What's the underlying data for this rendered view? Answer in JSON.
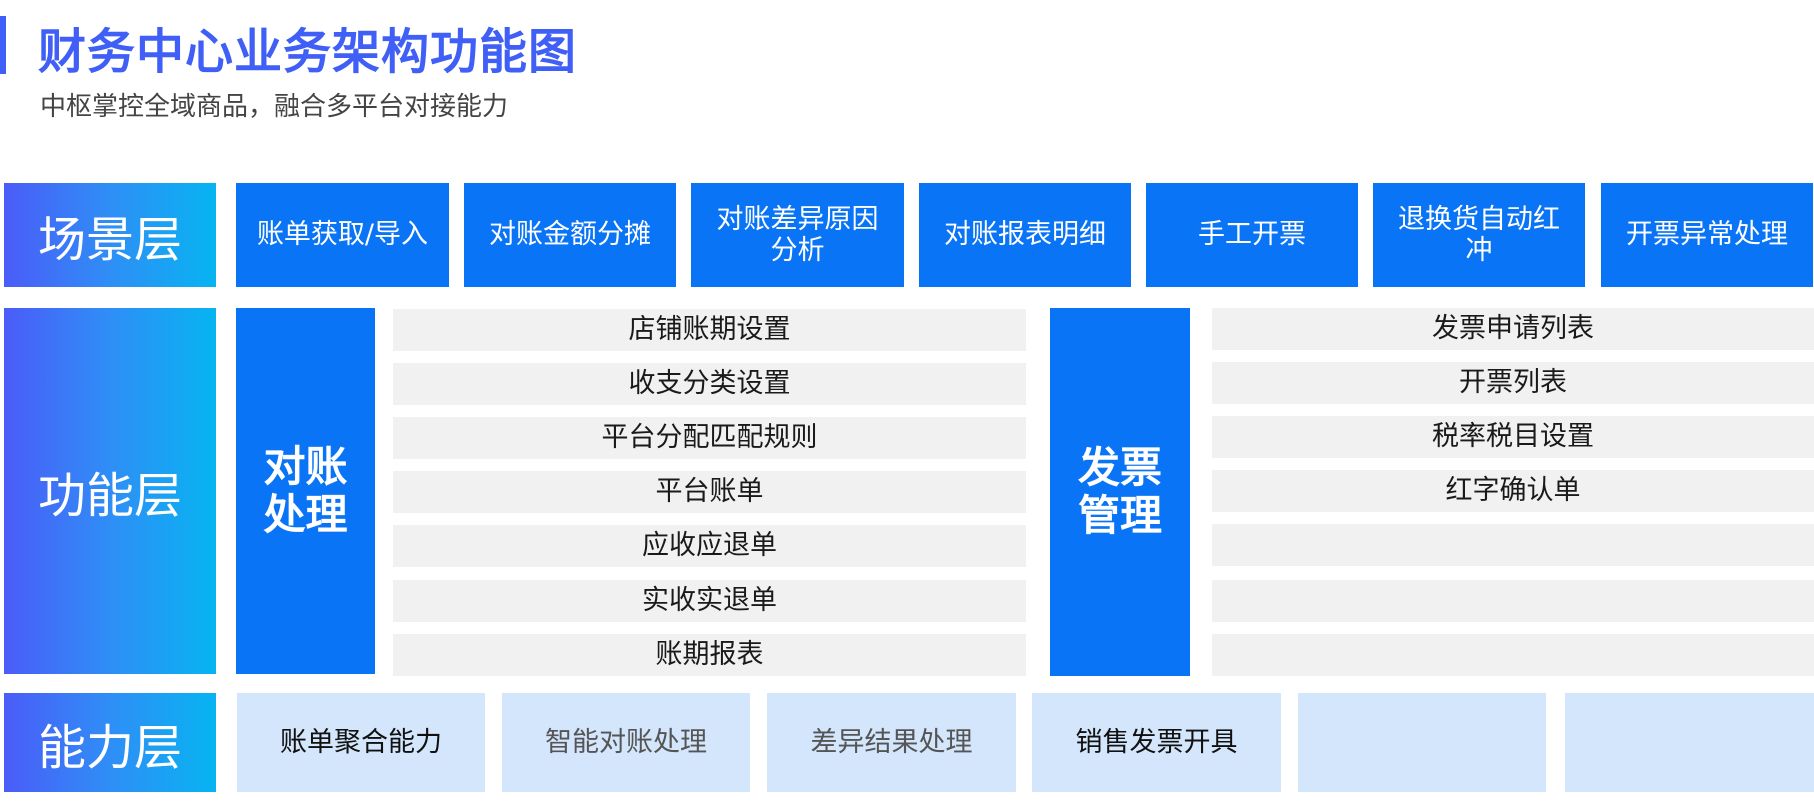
{
  "header": {
    "title": "财务中心业务架构功能图",
    "subtitle": "中枢掌控全域商品，融合多平台对接能力"
  },
  "layers": {
    "scene": "场景层",
    "function": "功能层",
    "capability": "能力层"
  },
  "scene_items": [
    "账单获取/导入",
    "对账金额分摊",
    "对账差异原因分析",
    "对账报表明细",
    "手工开票",
    "退换货自动红冲",
    "开票异常处理"
  ],
  "function_groups": [
    {
      "name": "对账处理",
      "items": [
        "店铺账期设置",
        "收支分类设置",
        "平台分配匹配规则",
        "平台账单",
        "应收应退单",
        "实收实退单",
        "账期报表"
      ]
    },
    {
      "name": "发票管理",
      "items": [
        "发票申请列表",
        "开票列表",
        "税率税目设置",
        "红字确认单",
        "",
        "",
        ""
      ]
    }
  ],
  "capability_items": [
    "账单聚合能力",
    "智能对账处理",
    "差异结果处理",
    "销售发票开具",
    "",
    ""
  ],
  "colors": {
    "accent": "#3f5ff6",
    "primary_blue": "#0a74f6",
    "gradient_start": "#4b5cf8",
    "gradient_end": "#07b4f2",
    "function_row_bg": "#f1f1f1",
    "capability_bg": "#d3e6fb"
  }
}
